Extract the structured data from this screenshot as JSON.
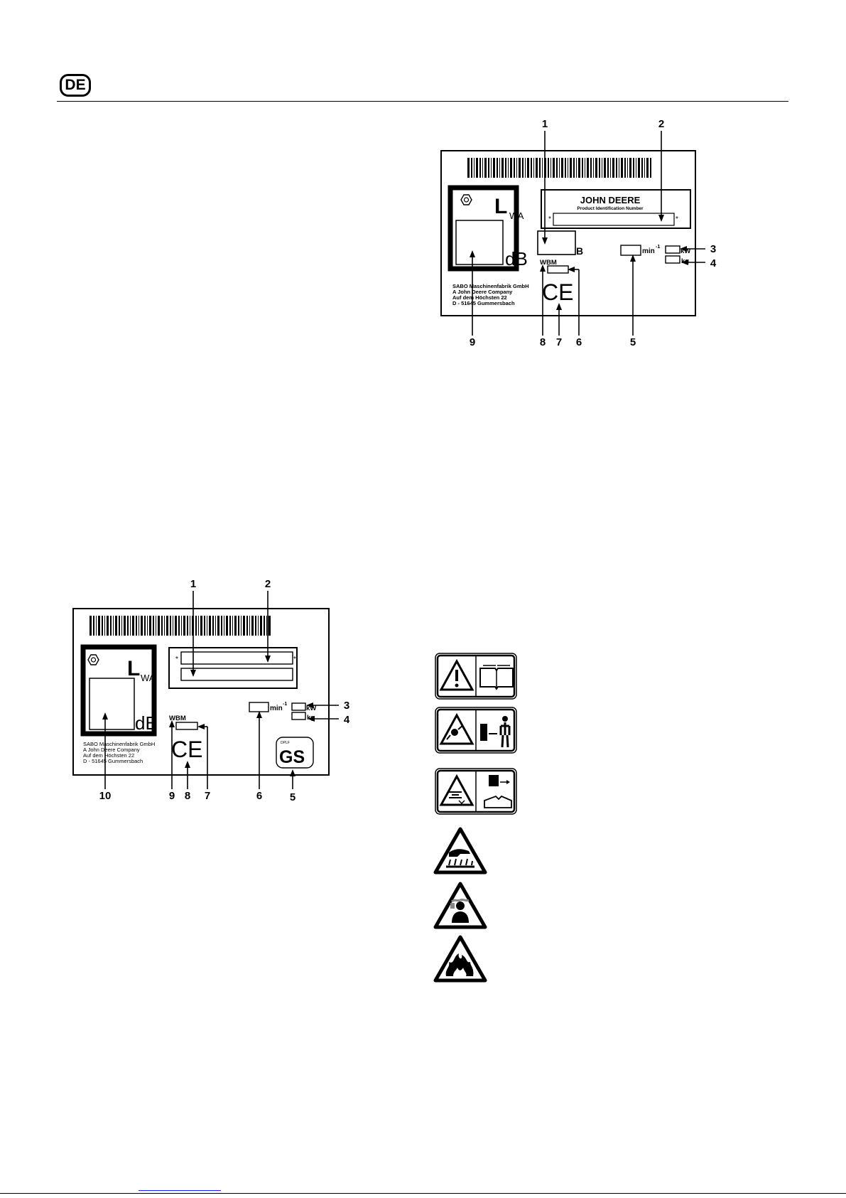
{
  "header": {
    "language_badge": "DE"
  },
  "plate_a": {
    "callouts": [
      "1",
      "2",
      "3",
      "4",
      "5",
      "6",
      "7",
      "8",
      "9"
    ],
    "brand": "JOHN DEERE",
    "pin_label": "Product Identification Number",
    "asterisk": "*",
    "sound_symbol": "L",
    "sound_sub": "WA",
    "sound_unit": "dB",
    "b_unit": "B",
    "wbm": "WBM",
    "rpm_unit": "min",
    "rpm_exp": "-1",
    "power_unit": "kW",
    "mass_unit": "kg",
    "mark": "CE",
    "manufacturer": [
      "SABO Maschinenfabrik GmbH",
      "A John Deere Company",
      "Auf dem Höchsten 22",
      "D - 51645 Gummersbach"
    ]
  },
  "plate_b": {
    "callouts": [
      "1",
      "2",
      "3",
      "4",
      "5",
      "6",
      "7",
      "8",
      "9",
      "10"
    ],
    "asterisk": "*",
    "sound_symbol": "L",
    "sound_sub": "WA",
    "sound_unit": "dB",
    "wbm": "WBM",
    "rpm_unit": "min",
    "rpm_exp": "-1",
    "power_unit": "kW",
    "mass_unit": "kg",
    "mark": "CE",
    "gs_top": "DPLF",
    "gs_mark": "GS",
    "manufacturer": [
      "SABO Maschinenfabrik GmbH",
      "A John Deere Company",
      "Auf dem Höchsten 22",
      "D - 51645 Gummersbach"
    ]
  },
  "symbols": [
    {
      "icon": "warning-read-manual-icon"
    },
    {
      "icon": "warning-thrown-objects-icon"
    },
    {
      "icon": "warning-blade-disconnect-icon"
    },
    {
      "icon": "hot-surface-icon"
    },
    {
      "icon": "toxic-fumes-icon"
    },
    {
      "icon": "fire-hazard-icon"
    }
  ]
}
